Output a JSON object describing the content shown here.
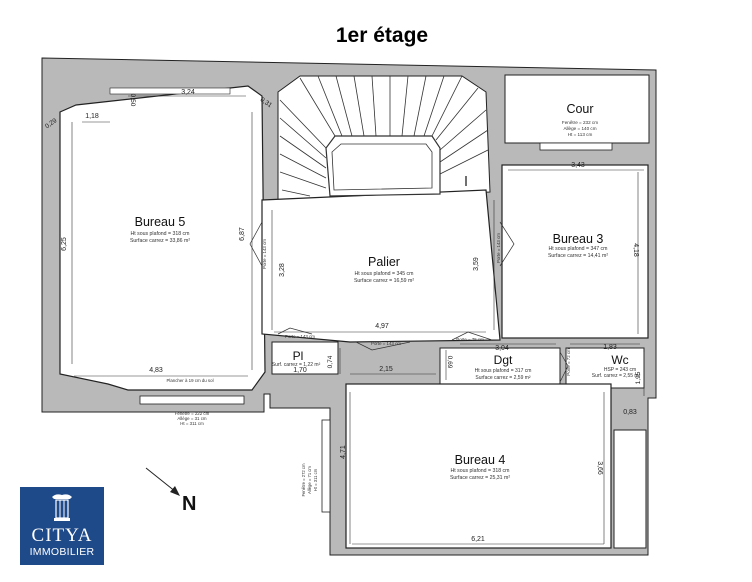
{
  "title": "1er étage",
  "rooms": {
    "bureau5": {
      "name": "Bureau 5",
      "ht": "Ht sous plafond = 318 cm",
      "surf": "Surface carrez = 33,86 m²"
    },
    "palier": {
      "name": "Palier",
      "ht": "Ht sous plafond = 345 cm",
      "surf": "Surface carrez = 16,59 m²"
    },
    "bureau3": {
      "name": "Bureau 3",
      "ht": "Ht sous plafond = 347 cm",
      "surf": "Surface carrez = 14,41 m²"
    },
    "cour": {
      "name": "Cour",
      "line1": "Fenêtre = 232 cm",
      "line2": "Allège = 140 cm",
      "line3": "Ht = 113 cm"
    },
    "pl": {
      "name": "Pl",
      "surf": "Surf. carrez = 1,22 m²"
    },
    "dgt": {
      "name": "Dgt",
      "ht": "Ht sous plafond = 317 cm",
      "surf": "Surface carrez = 2,59 m²"
    },
    "wc": {
      "name": "Wc",
      "ht": "HSP = 243 cm",
      "surf": "Surf. carrez = 2,55 m²"
    },
    "bureau4": {
      "name": "Bureau 4",
      "ht": "Ht sous plafond = 318 cm",
      "surf": "Surface carrez = 25,31 m²"
    }
  },
  "dimensions": {
    "d324": "3,24",
    "d118": "1,18",
    "d029": "0,29",
    "d050": "0,50",
    "d031": "0,31",
    "d625": "6,25",
    "d687": "6,87",
    "d483": "4,83",
    "d343": "3,43",
    "d418": "4,18",
    "d328": "3,28",
    "d359": "3,59",
    "d497": "4,97",
    "d304": "3,04",
    "d183": "1,83",
    "d170": "1,70",
    "d074": "0,74",
    "d215": "2,15",
    "d069": "0,69",
    "d195": "1,95",
    "d083": "0,83",
    "d471": "4,71",
    "d366": "3,66",
    "d621": "6,21"
  },
  "notes": {
    "porte_palier_left": "Porte = 143 cm",
    "porte_palier_right": "Porte = 143 cm",
    "porte_pl": "Porte = 143 cm",
    "porte_bureau4": "Porte = 143 cm",
    "porte_dgt": "Porte = 75 cm",
    "porte_wc": "Porte = 72 cm",
    "plancher": "Plancher à 19 cm du sol",
    "fen_b5_1": "Fenêtre = 222 cm",
    "fen_b5_2": "Allège = 31 cm",
    "fen_b5_3": "Ht = 311 cm",
    "fen_b4_1": "Fenêtre = 272 cm",
    "fen_b4_2": "Allège = 71 cm",
    "fen_b4_3": "Ht = 311 cm"
  },
  "compass": {
    "label": "N"
  },
  "logo": {
    "name": "CITYA",
    "sub": "IMMOBILIER"
  },
  "colors": {
    "wall": "#b9b9b9",
    "line": "#222222",
    "logo_bg": "#1f4a8a"
  }
}
